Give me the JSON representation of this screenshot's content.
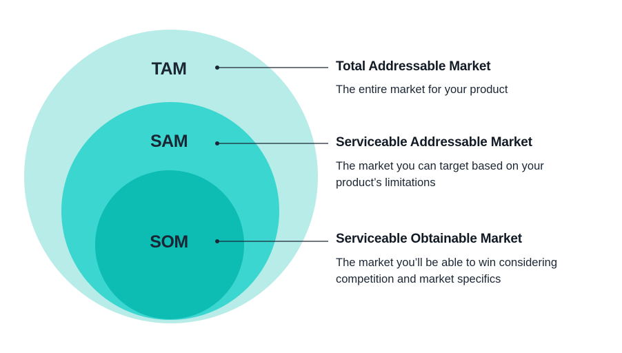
{
  "colors": {
    "tam_fill": "#b7ece9",
    "sam_fill": "#3ad6cf",
    "som_fill": "#0dbcb2",
    "leader_line": "#1b2634",
    "text": "#1b2634"
  },
  "levels": {
    "tam": {
      "abbr": "TAM",
      "term": "Total Addressable Market",
      "desc_lines": [
        "The entire market for your product"
      ]
    },
    "sam": {
      "abbr": "SAM",
      "term": "Serviceable Addressable Market",
      "desc_lines": [
        "The market you can target based on your",
        "product’s limitations"
      ]
    },
    "som": {
      "abbr": "SOM",
      "term": "Serviceable Obtainable Market",
      "desc_lines": [
        "The market you’ll be able to win considering",
        "competition and market specifics"
      ]
    }
  }
}
